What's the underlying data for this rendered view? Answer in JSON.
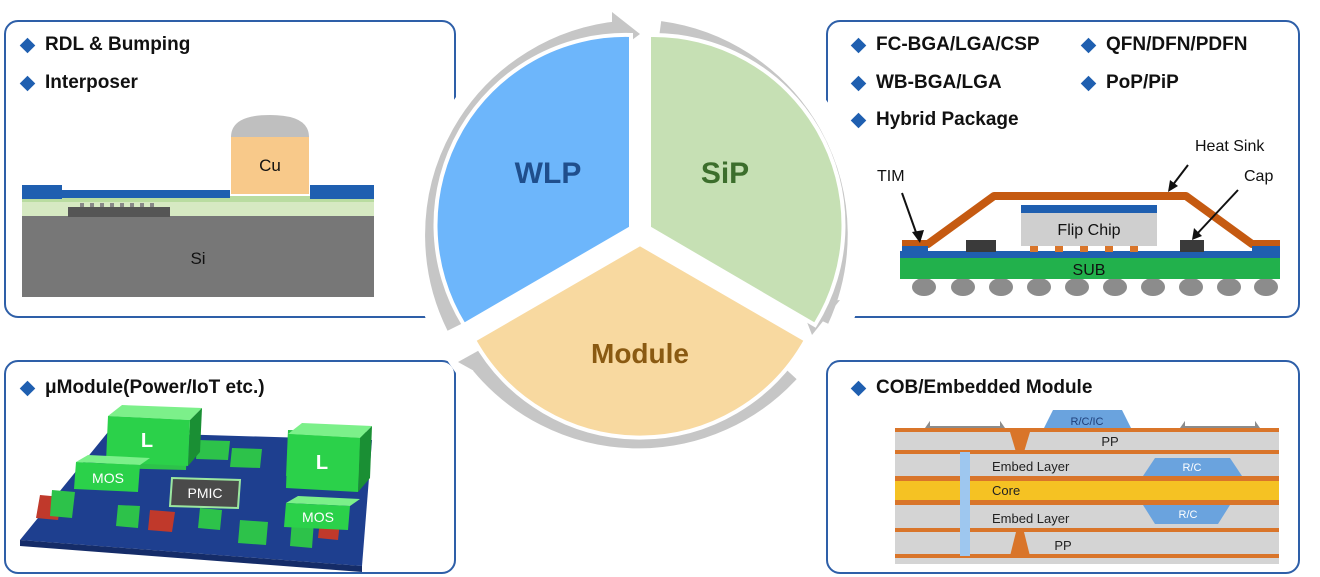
{
  "wlp_panel": {
    "bullets": [
      "RDL & Bumping",
      "Interposer"
    ],
    "labels": {
      "cu": "Cu",
      "si": "Si"
    }
  },
  "sip_panel": {
    "bullets_left": [
      "FC-BGA/LGA/CSP",
      "WB-BGA/LGA",
      "Hybrid Package"
    ],
    "bullets_right": [
      "QFN/DFN/PDFN",
      "PoP/PiP"
    ],
    "labels": {
      "heat_sink": "Heat Sink",
      "tim": "TIM",
      "cap": "Cap",
      "flip_chip": "Flip Chip",
      "sub": "SUB"
    }
  },
  "umodule_panel": {
    "bullets": [
      "μModule(Power/IoT etc.)"
    ],
    "labels": {
      "l1": "L",
      "l2": "L",
      "mos1": "MOS",
      "mos2": "MOS",
      "pmic": "PMIC"
    }
  },
  "cob_panel": {
    "bullets": [
      "COB/Embedded Module"
    ],
    "labels": {
      "rcic": "R/C/IC",
      "pp_top": "PP",
      "embed_top": "Embed Layer",
      "rc_top": "R/C",
      "core": "Core",
      "embed_bottom": "Embed Layer",
      "rc_bottom": "R/C",
      "pp_bottom": "PP"
    }
  },
  "cycle": {
    "segments": [
      "WLP",
      "SiP",
      "Module"
    ],
    "colors": {
      "wlp": "#6db6fb",
      "sip": "#c6e0b4",
      "module": "#f8d9a0",
      "wlp_text": "#1f4e8c",
      "sip_text": "#3c6e2c",
      "module_text": "#8a5a12",
      "arrow": "#c8c8c8"
    }
  }
}
